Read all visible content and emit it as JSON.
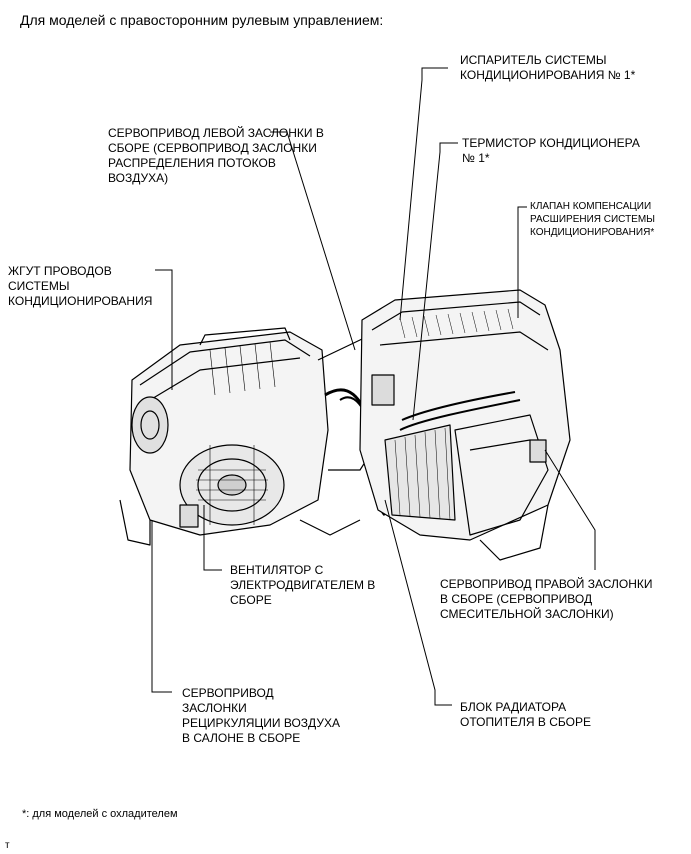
{
  "heading": "Для моделей с правосторонним рулевым управлением:",
  "labels": {
    "evaporator": [
      "ИСПАРИТЕЛЬ СИСТЕМЫ",
      "КОНДИЦИОНИРОВАНИЯ № 1*"
    ],
    "left_damper": [
      "СЕРВОПРИВОД ЛЕВОЙ ЗАСЛОНКИ В",
      "СБОРЕ (СЕРВОПРИВОД ЗАСЛОНКИ",
      "РАСПРЕДЕЛЕНИЯ ПОТОКОВ",
      "ВОЗДУХА)"
    ],
    "thermistor": [
      "ТЕРМИСТОР КОНДИЦИОНЕРА",
      "№ 1*"
    ],
    "expansion_valve": [
      "КЛАПАН КОМПЕНСАЦИИ",
      "РАСШИРЕНИЯ СИСТЕМЫ",
      "КОНДИЦИОНИРОВАНИЯ*"
    ],
    "harness": [
      "ЖГУТ ПРОВОДОВ",
      "СИСТЕМЫ",
      "КОНДИЦИОНИРОВАНИЯ"
    ],
    "blower": [
      "ВЕНТИЛЯТОР С",
      "ЭЛЕКТРОДВИГАТЕЛЕМ В",
      "СБОРЕ"
    ],
    "right_damper": [
      "СЕРВОПРИВОД ПРАВОЙ ЗАСЛОНКИ",
      "В СБОРЕ (СЕРВОПРИВОД",
      "СМЕСИТЕЛЬНОЙ ЗАСЛОНКИ)"
    ],
    "recirc_damper": [
      "СЕРВОПРИВОД",
      "ЗАСЛОНКИ",
      "РЕЦИРКУЛЯЦИИ ВОЗДУХА",
      "В САЛОНЕ В СБОРЕ"
    ],
    "heater_core": [
      "БЛОК РАДИАТОРА",
      "ОТОПИТЕЛЯ В СБОРЕ"
    ]
  },
  "footnote": "*: для моделей с охладителем",
  "corner_mark": "т"
}
